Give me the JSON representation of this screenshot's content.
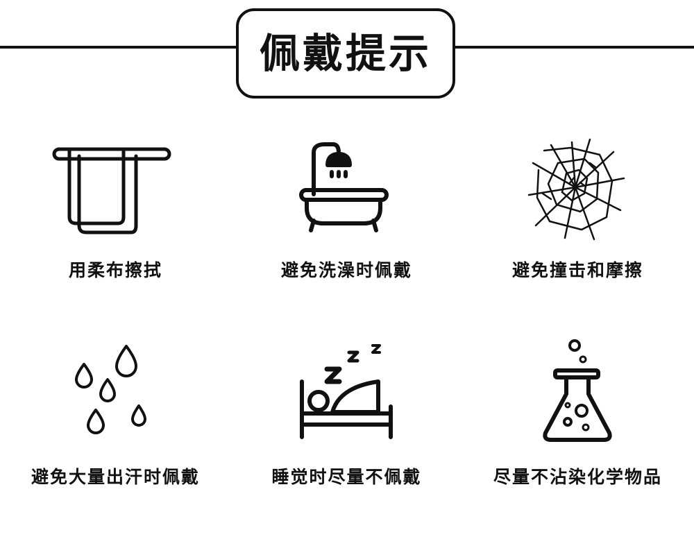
{
  "header": {
    "title": "佩戴提示"
  },
  "tips": [
    {
      "label": "用柔布擦拭",
      "icon": "towel-icon"
    },
    {
      "label": "避免洗澡时佩戴",
      "icon": "bathtub-shower-icon"
    },
    {
      "label": "避免撞击和摩擦",
      "icon": "cracked-glass-icon"
    },
    {
      "label": "避免大量出汗时佩戴",
      "icon": "water-drops-icon"
    },
    {
      "label": "睡觉时尽量不佩戴",
      "icon": "sleeping-bed-icon"
    },
    {
      "label": "尽量不沾染化学物品",
      "icon": "chemical-flask-icon"
    }
  ],
  "colors": {
    "ink": "#111111",
    "background": "#ffffff"
  }
}
